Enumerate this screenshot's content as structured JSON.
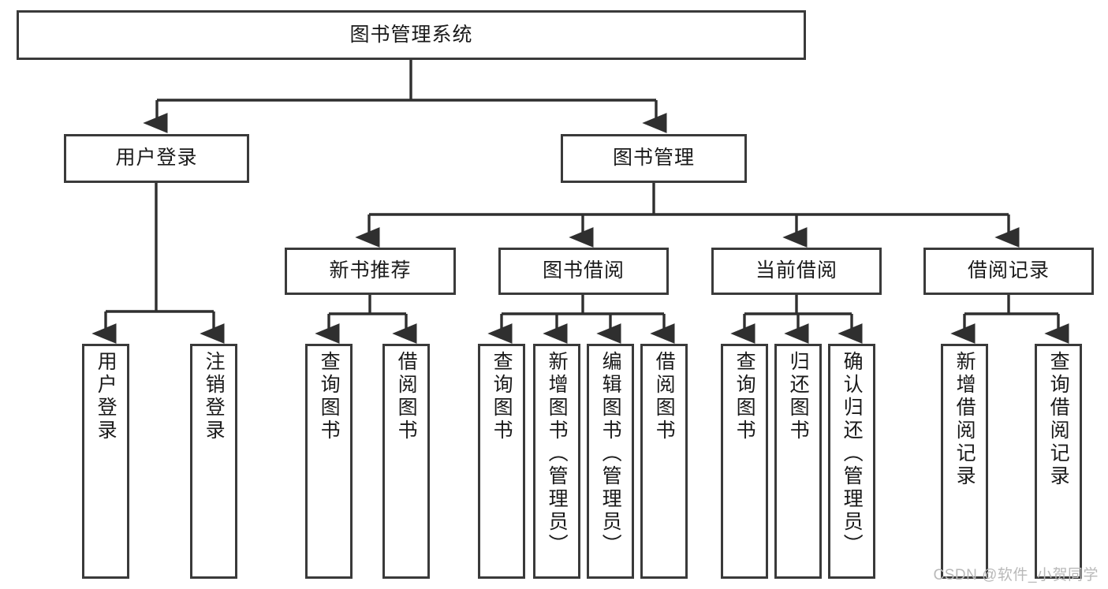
{
  "diagram": {
    "type": "tree-hierarchy-chart",
    "title": "图书管理系统",
    "colors": {
      "box_border": "#3a3a3a",
      "box_fill": "#ffffff",
      "edge": "#2f2f2f",
      "text": "#1a1a1a",
      "watermark": "#b9b9b9",
      "background": "#ffffff"
    },
    "root": {
      "label": "图书管理系统"
    },
    "level2": [
      {
        "id": "user-login",
        "label": "用户登录"
      },
      {
        "id": "book-management",
        "label": "图书管理"
      }
    ],
    "level3": [
      {
        "id": "new-book-recommend",
        "label": "新书推荐"
      },
      {
        "id": "book-borrow",
        "label": "图书借阅"
      },
      {
        "id": "current-borrow",
        "label": "当前借阅"
      },
      {
        "id": "borrow-record",
        "label": "借阅记录"
      }
    ],
    "leaves": {
      "user_login": [
        {
          "id": "leaf-user-login",
          "label": "用户登录"
        },
        {
          "id": "leaf-logout",
          "label": "注销登录"
        }
      ],
      "new_book_recommend": [
        {
          "id": "leaf-query-book-1",
          "label": "查询图书"
        },
        {
          "id": "leaf-borrow-book-1",
          "label": "借阅图书"
        }
      ],
      "book_borrow": [
        {
          "id": "leaf-query-book-2",
          "label": "查询图书"
        },
        {
          "id": "leaf-add-book",
          "label": "新增图书（管理员）"
        },
        {
          "id": "leaf-edit-book",
          "label": "编辑图书（管理员）"
        },
        {
          "id": "leaf-borrow-book-2",
          "label": "借阅图书"
        }
      ],
      "current_borrow": [
        {
          "id": "leaf-query-book-3",
          "label": "查询图书"
        },
        {
          "id": "leaf-return-book",
          "label": "归还图书"
        },
        {
          "id": "leaf-confirm-return",
          "label": "确认归还（管理员）"
        }
      ],
      "borrow_record": [
        {
          "id": "leaf-add-record",
          "label": "新增借阅记录"
        },
        {
          "id": "leaf-query-record",
          "label": "查询借阅记录"
        }
      ]
    }
  },
  "watermark": {
    "text": "CSDN @软件_小贺同学"
  }
}
